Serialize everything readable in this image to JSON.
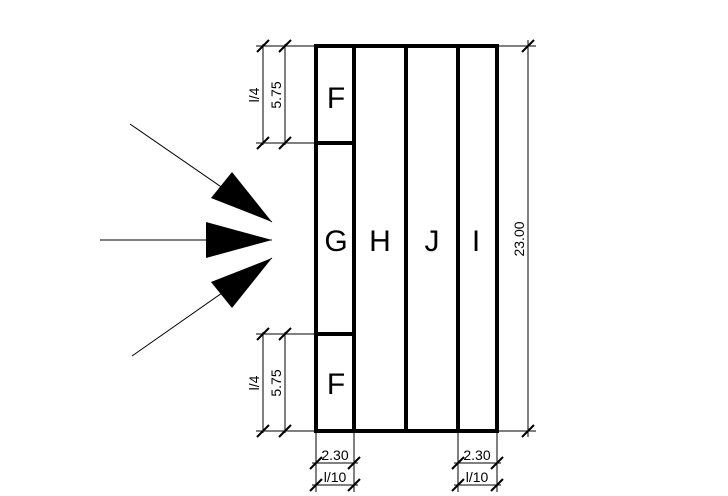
{
  "zones": {
    "f_top": "F",
    "g": "G",
    "h": "H",
    "j": "J",
    "i": "I",
    "f_bottom": "F"
  },
  "dimensions": {
    "top_left_ratio": "l/4",
    "top_left_value": "5.75",
    "bottom_left_ratio": "l/4",
    "bottom_left_value": "5.75",
    "right_total": "23.00",
    "bottom_left_width_value": "2.30",
    "bottom_left_width_ratio": "l/10",
    "bottom_right_width_value": "2.30",
    "bottom_right_width_ratio": "l/10"
  },
  "colors": {
    "ink": "#000000",
    "background": "#ffffff"
  },
  "icons": [
    "wind-arrow-icon",
    "wind-arrow-icon",
    "wind-arrow-icon"
  ]
}
